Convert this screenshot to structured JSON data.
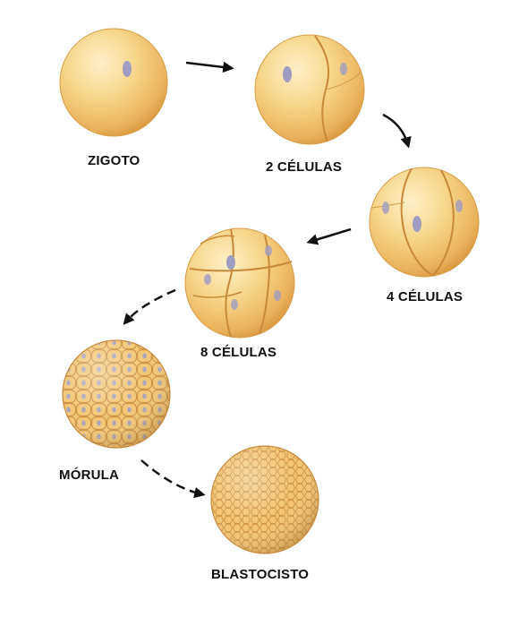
{
  "stages": [
    {
      "id": "zigoto",
      "label": "ZIGOTO"
    },
    {
      "id": "two",
      "label": "2 CÉLULAS"
    },
    {
      "id": "four",
      "label": "4 CÉLULAS"
    },
    {
      "id": "eight",
      "label": "8 CÉLULAS"
    },
    {
      "id": "morula",
      "label": "MÓRULA"
    },
    {
      "id": "blastocisto",
      "label": "BLASTOCISTO"
    }
  ],
  "colors": {
    "cell_light": "#fbe3a8",
    "cell_mid": "#f4c66f",
    "cell_dark": "#d49a3c",
    "cell_line": "#c8893a",
    "nucleus": "#9f9cc2",
    "arrow": "#111111"
  }
}
